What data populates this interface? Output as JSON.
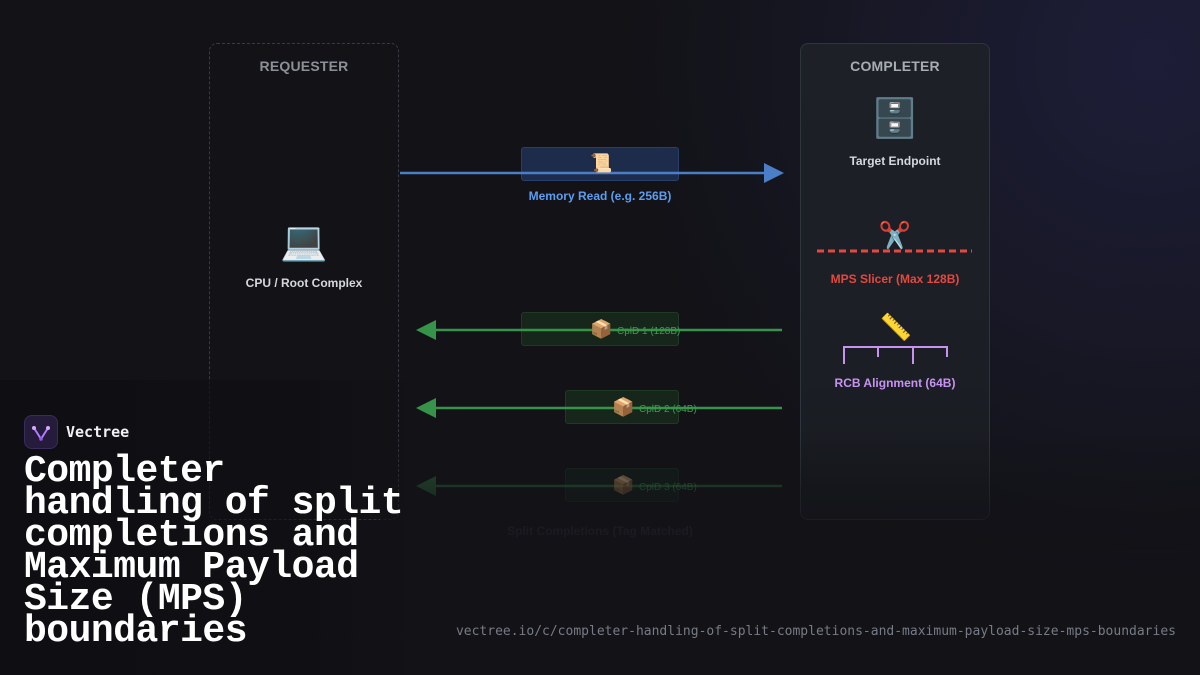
{
  "diagram": {
    "requester": {
      "title": "REQUESTER",
      "node_label": "CPU / Root Complex",
      "node_icon": "laptop-icon"
    },
    "completer": {
      "title": "COMPLETER",
      "endpoint_label": "Target Endpoint",
      "endpoint_icon": "file-cabinet-icon",
      "slicer_label": "MPS Slicer (Max 128B)",
      "slicer_icon": "scissors-icon",
      "rcb_label": "RCB Alignment (64B)",
      "rcb_icon": "ruler-icon"
    },
    "request": {
      "label": "Memory Read (e.g. 256B)",
      "icon": "scroll-icon"
    },
    "completions": [
      {
        "label": "CplD 1 (128B)",
        "icon": "package-icon"
      },
      {
        "label": "CplD 2 (64B)",
        "icon": "package-icon"
      },
      {
        "label": "CplD 3 (64B)",
        "icon": "package-icon"
      }
    ],
    "completions_caption": "Split Completions (Tag Matched)",
    "colors": {
      "request": "#4a7fc8",
      "request_text": "#5b9ef0",
      "completion": "#36934a",
      "slicer": "#e5483e",
      "rcb": "#c893f0"
    }
  },
  "brand": {
    "name": "Vectree",
    "logo_icon": "vectree-logo-icon"
  },
  "title": "Completer handling of split completions and Maximum Payload Size (MPS) boundaries",
  "url": "vectree.io/c/completer-handling-of-split-completions-and-maximum-payload-size-mps-boundaries"
}
